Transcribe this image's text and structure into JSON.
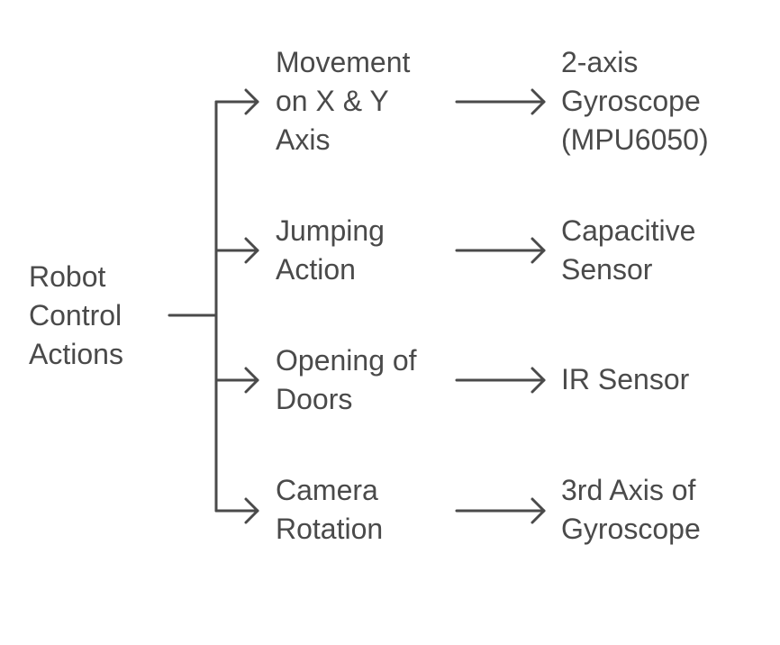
{
  "diagram": {
    "root": {
      "lines": [
        "Robot",
        "Control",
        "Actions"
      ]
    },
    "branches": [
      {
        "action": [
          "Movement",
          "on X & Y",
          "Axis"
        ],
        "sensor": [
          "2-axis",
          "Gyroscope",
          "(MPU6050)"
        ]
      },
      {
        "action": [
          "Jumping",
          "Action"
        ],
        "sensor": [
          "Capacitive",
          "Sensor"
        ]
      },
      {
        "action": [
          "Opening of",
          "Doors"
        ],
        "sensor": [
          "IR Sensor"
        ]
      },
      {
        "action": [
          "Camera",
          "Rotation"
        ],
        "sensor": [
          "3rd Axis of",
          "Gyroscope"
        ]
      }
    ],
    "colors": {
      "line": "#4a4a4a",
      "text": "#4a4a4a",
      "background": "#ffffff"
    }
  }
}
